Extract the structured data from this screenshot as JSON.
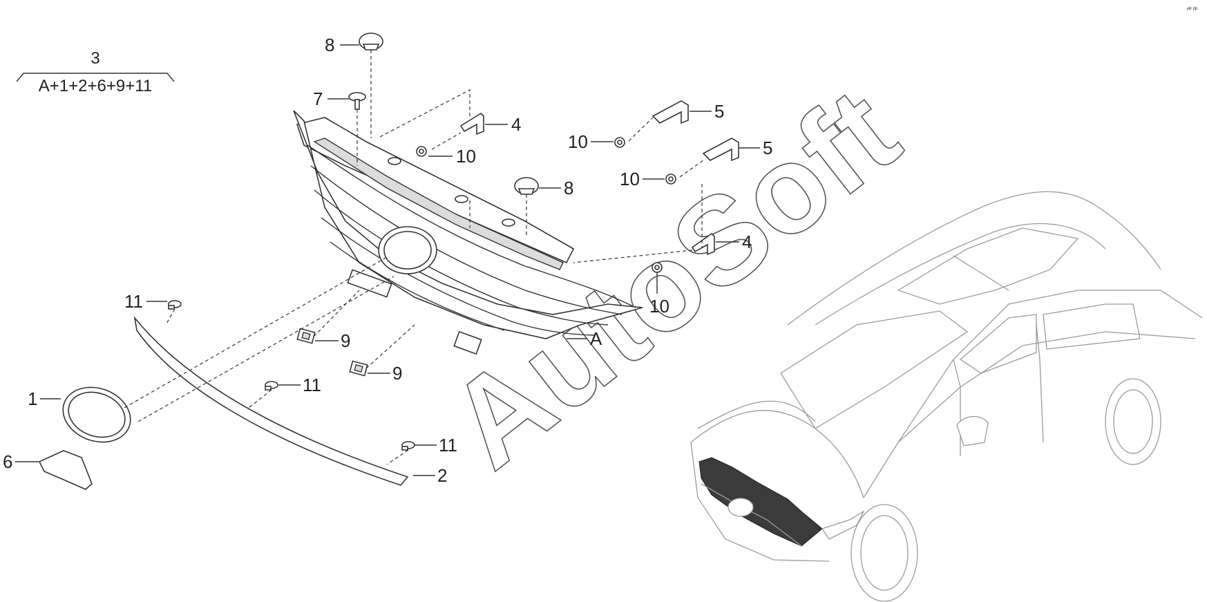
{
  "assembly": {
    "number": "3",
    "formula": "A+1+2+6+9+11"
  },
  "callouts": [
    {
      "id": "c8a",
      "label": "8"
    },
    {
      "id": "c7",
      "label": "7"
    },
    {
      "id": "c4a",
      "label": "4"
    },
    {
      "id": "c10a",
      "label": "10"
    },
    {
      "id": "c5a",
      "label": "5"
    },
    {
      "id": "c10b",
      "label": "10"
    },
    {
      "id": "c5b",
      "label": "5"
    },
    {
      "id": "c10c",
      "label": "10"
    },
    {
      "id": "c8b",
      "label": "8"
    },
    {
      "id": "c4b",
      "label": "4"
    },
    {
      "id": "c10d",
      "label": "10"
    },
    {
      "id": "cA",
      "label": "A"
    },
    {
      "id": "c11a",
      "label": "11"
    },
    {
      "id": "c9a",
      "label": "9"
    },
    {
      "id": "c9b",
      "label": "9"
    },
    {
      "id": "c11b",
      "label": "11"
    },
    {
      "id": "c1",
      "label": "1"
    },
    {
      "id": "c11c",
      "label": "11"
    },
    {
      "id": "c6",
      "label": "6"
    },
    {
      "id": "c2",
      "label": "2"
    }
  ],
  "watermark": "AutoSoft",
  "corner_mark": "ᵖᴿ ᵝᵝ",
  "colors": {
    "line": "#333333",
    "car_outline": "#9a9a9a",
    "grille_highlight": "#3b3b3b"
  }
}
